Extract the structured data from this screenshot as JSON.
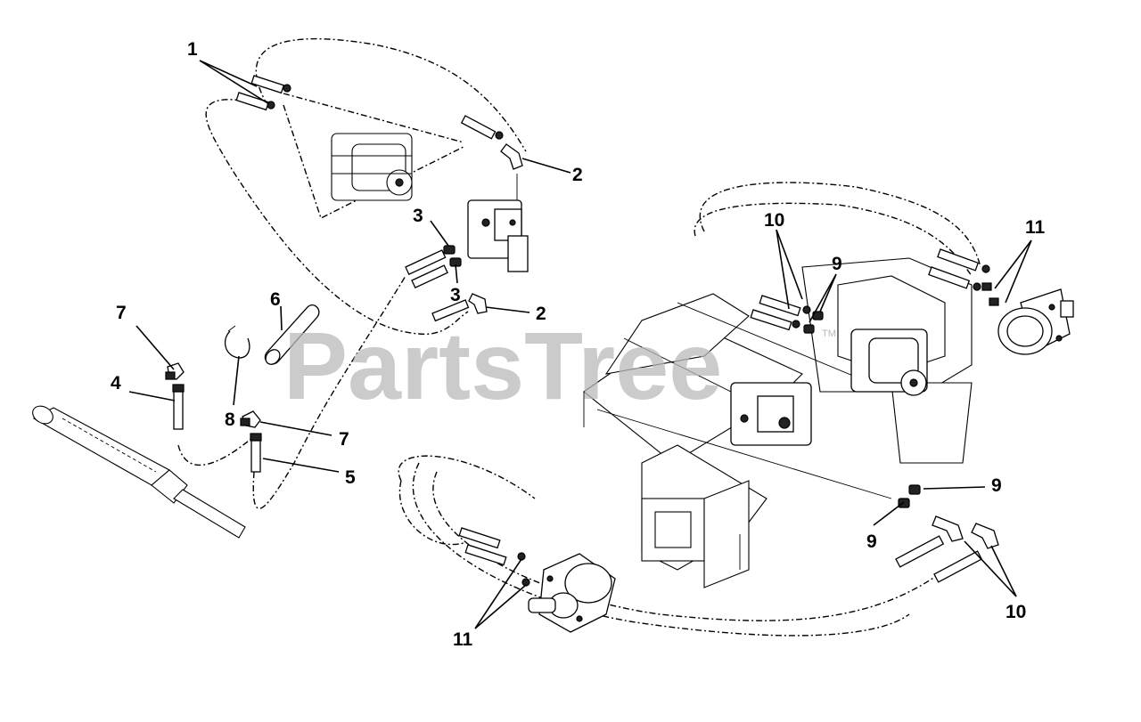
{
  "watermark": {
    "text": "PartsTree",
    "trademark": "TM"
  },
  "callouts": {
    "c1": "1",
    "c2a": "2",
    "c2b": "2",
    "c3a": "3",
    "c3b": "3",
    "c4": "4",
    "c5": "5",
    "c6": "6",
    "c7a": "7",
    "c7b": "7",
    "c8": "8",
    "c9a": "9",
    "c9b": "9",
    "c9c": "9",
    "c10a": "10",
    "c10b": "10",
    "c11a": "11",
    "c11b": "11"
  },
  "colors": {
    "ink": "#000000",
    "watermark": "#b9b9b9",
    "background": "#ffffff"
  }
}
